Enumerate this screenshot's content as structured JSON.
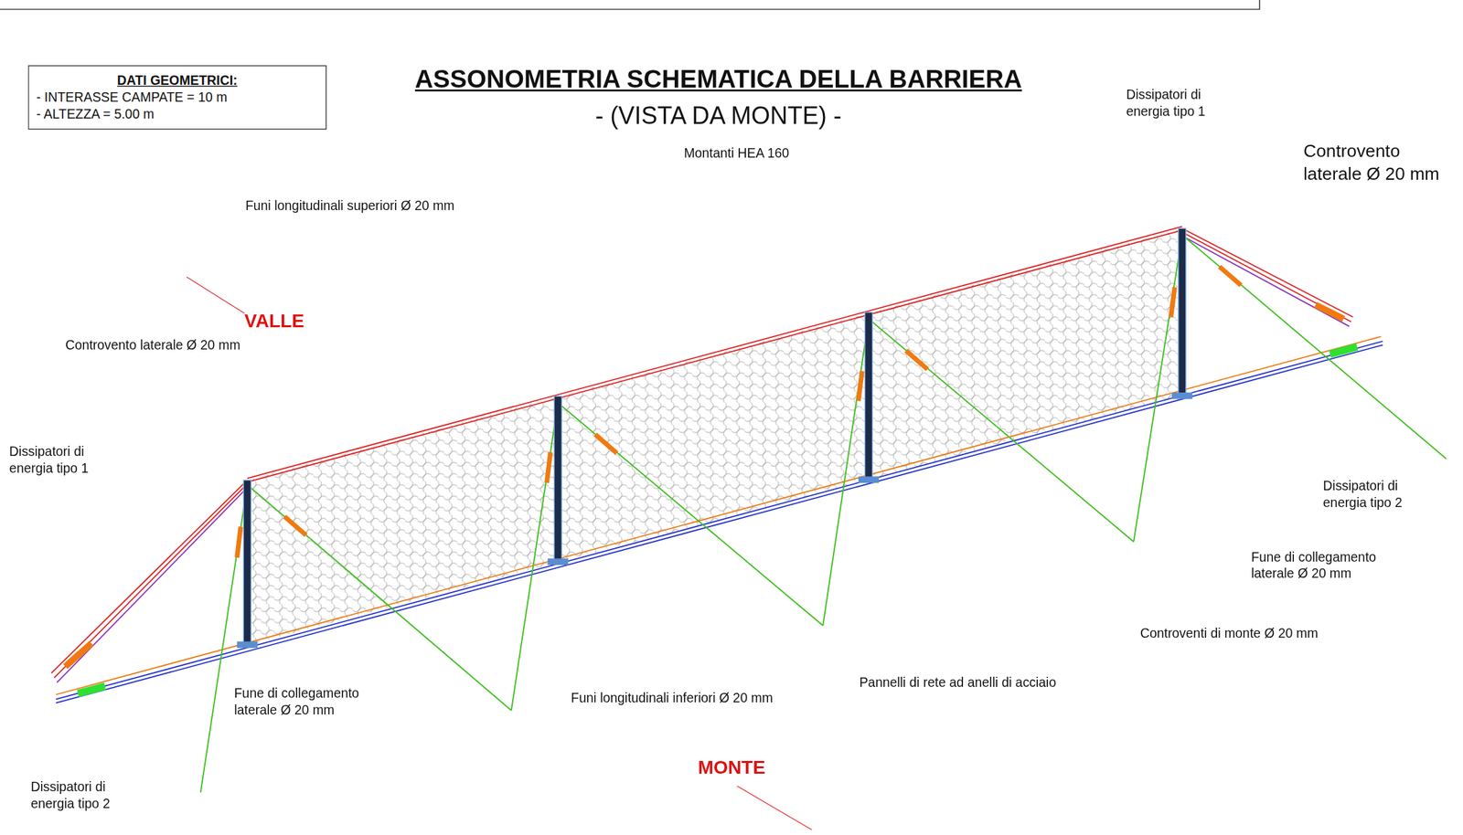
{
  "diagram": {
    "title": "ASSONOMETRIA SCHEMATICA DELLA BARRIERA",
    "nodes": [
      {
        "text": [
          "DATI GEOMETRICI:",
          "- INTERASSE CAMPATE = 10 m",
          "- ALTEZZA = 5.00 m"
        ]
      }
    ],
    "edges": [],
    "labels": [
      "- (VISTA DA MONTE) -",
      "Dissipatori di energia tipo 1",
      "Montanti HEA 160",
      "Controvento laterale Ø 20 mm",
      "Funi longitudinali superiori Ø 20 mm",
      "VALLE",
      "Controvento laterale Ø 20 mm",
      "Dissipatori di energia tipo 1",
      "Dissipatori di energia tipo 2",
      "Fune di collegamento laterale Ø 20 mm",
      "Controventi di monte Ø 20 mm",
      "Pannelli di rete ad anelli di acciaio",
      "Funi longitudinali inferiori Ø 20 mm",
      "Fune di collegamento laterale Ø 20 mm",
      "MONTE",
      "Dissipatori di energia tipo 2"
    ]
  }
}
